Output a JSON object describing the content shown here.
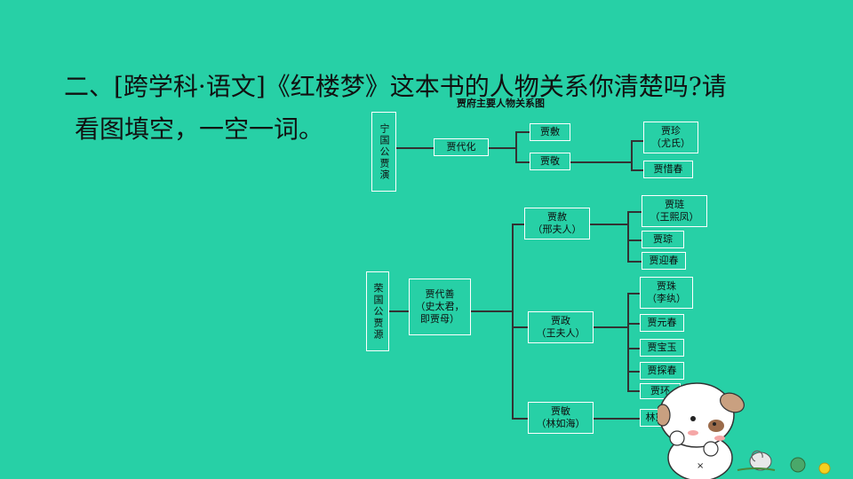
{
  "question": {
    "line1": "二、[跨学科·语文]《红楼梦》这本书的人物关系你清楚吗?请",
    "line2": "看图填空，一空一词。"
  },
  "diagram": {
    "title": "贾府主要人物关系图",
    "ning_root": "宁国公贾演",
    "ning_gen2": "贾代化",
    "ning_gen3": [
      "贾敷",
      "贾敬"
    ],
    "ning_gen4": [
      "贾珍\n（尤氏）",
      "贾惜春"
    ],
    "rong_root": "荣国公贾源",
    "rong_gen2": "贾代善\n（史太君，\n即贾母）",
    "rong_gen3": [
      "贾赦\n（邢夫人）",
      "贾政\n（王夫人）",
      "贾敏\n（林如海）"
    ],
    "rong_she_children": [
      "贾琏\n（王熙凤）",
      "贾琮",
      "贾迎春"
    ],
    "rong_zheng_children": [
      "贾珠\n（李纨）",
      "贾元春",
      "贾宝玉",
      "贾探春",
      "贾环"
    ],
    "rong_min_children": [
      "林黛玉"
    ]
  }
}
